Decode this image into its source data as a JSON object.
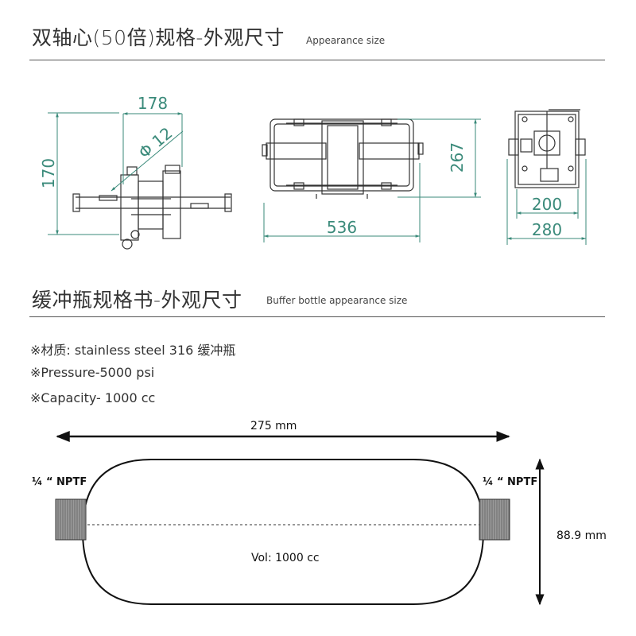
{
  "section1": {
    "title": "双轴心(50倍)规格-外观尺寸",
    "subtitle": "Appearance size",
    "dimensions": {
      "width_178": "178",
      "height_170": "170",
      "diameter": "Φ 12",
      "length_536": "536",
      "height_267": "267",
      "width_200": "200",
      "width_280": "280"
    }
  },
  "section2": {
    "title": "缓冲瓶规格书-外观尺寸",
    "subtitle": "Buffer bottle appearance size",
    "specs": [
      "※材质:  stainless steel 316 缓冲瓶",
      "※Pressure-5000 psi",
      "※Capacity- 1000 cc"
    ]
  },
  "bottle": {
    "length_label": "275 mm",
    "diameter_label": "88.9 mm",
    "left_port": "¼ “ NPTF",
    "right_port": "¼ “ NPTF",
    "volume_label": "Vol: 1000 cc"
  },
  "colors": {
    "dimension_line": "#3a8a7a",
    "drawing_line": "#333333",
    "thread_fill": "#8a8a8a"
  }
}
